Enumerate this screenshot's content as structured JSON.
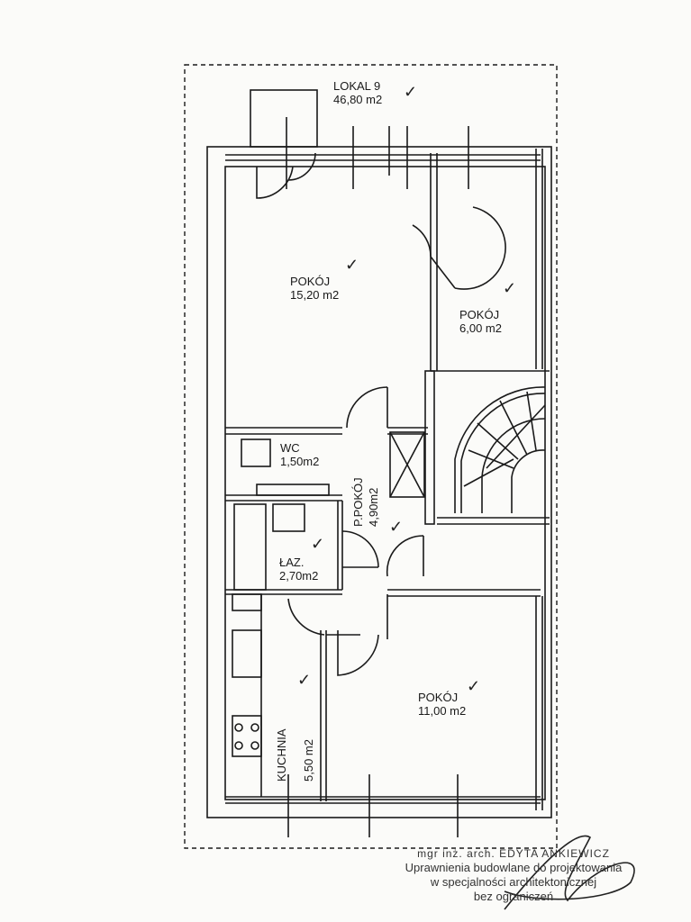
{
  "plan": {
    "unit_title": "LOKAL 9",
    "unit_area": "46,80 m2",
    "check_mark": "✓",
    "rooms": [
      {
        "name": "POKÓJ",
        "area": "15,20 m2"
      },
      {
        "name": "POKÓJ",
        "area": "6,00 m2"
      },
      {
        "name": "WC",
        "area": "1,50m2"
      },
      {
        "name": "P.POKÓJ",
        "area": "4,90m2"
      },
      {
        "name": "ŁAZ.",
        "area": "2,70m2"
      },
      {
        "name": "KUCHNIA",
        "area": "5,50 m2"
      },
      {
        "name": "POKÓJ",
        "area": "11,00 m2"
      }
    ]
  },
  "stamp": {
    "line1": "mgr inż. arch. EDYTA ANKIEWICZ",
    "line2": "Uprawnienia budowlane do projektowania",
    "line3": "w specjalności architektonicznej",
    "line4": "bez ograniczeń"
  }
}
